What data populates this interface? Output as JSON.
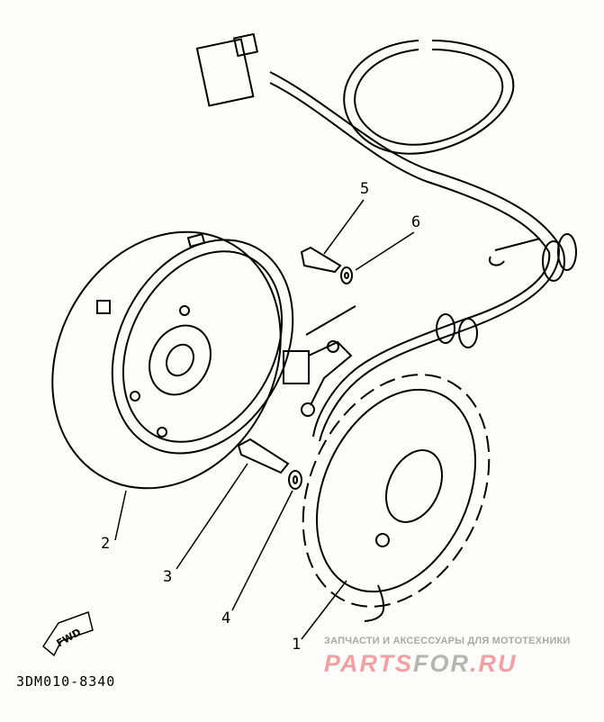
{
  "diagram": {
    "part_labels": [
      "1",
      "2",
      "3",
      "4",
      "5",
      "6"
    ],
    "fwd_label": "FWD",
    "diagram_code": "3DM010-8340",
    "watermark": {
      "tagline": "ЗАПЧАСТИ И АКСЕССУАРЫ ДЛЯ МОТОТЕХНИКИ",
      "brand_part1": "PARTS",
      "brand_part2": "FOR",
      "brand_part3": ".RU"
    }
  }
}
